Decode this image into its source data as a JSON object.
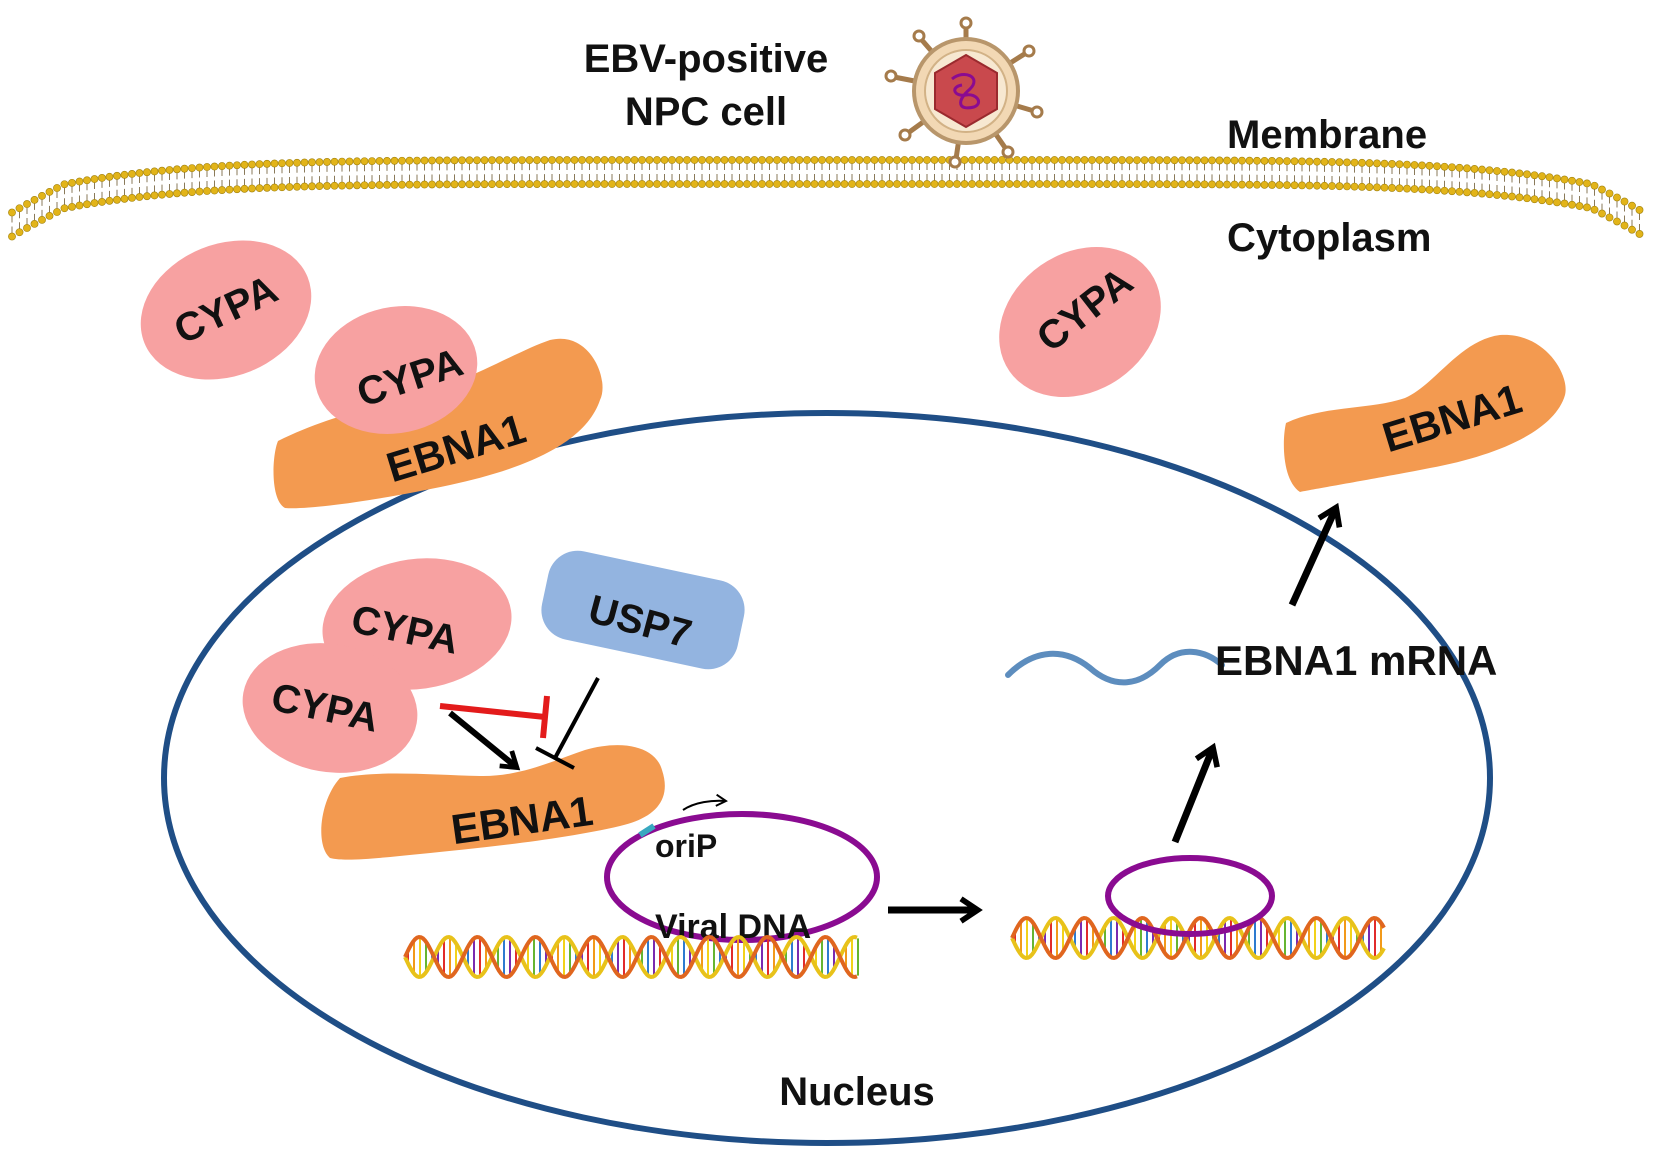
{
  "title": {
    "line1": "EBV-positive",
    "line2": "NPC cell"
  },
  "regions": {
    "membrane": "Membrane",
    "cytoplasm": "Cytoplasm",
    "nucleus": "Nucleus"
  },
  "proteins": {
    "cypa_free_left": "CYPA",
    "cypa_bound_cyto": "CYPA",
    "ebna1_cyto_left": "EBNA1",
    "cypa_free_right": "CYPA",
    "ebna1_cyto_right": "EBNA1",
    "cypa_nuc_top": "CYPA",
    "cypa_nuc_bottom": "CYPA",
    "usp7": "USP7",
    "ebna1_nuc": "EBNA1"
  },
  "dna": {
    "orip": "oriP",
    "viral_dna": "Viral DNA",
    "mrna": "EBNA1 mRNA"
  },
  "colors": {
    "cypa": "#f7a1a1",
    "ebna1": "#f39a50",
    "usp7": "#93b4e0",
    "nucleus_outline": "#1f4e86",
    "viral_dna": "#8a0b91",
    "inhibition_red": "#e31b1b",
    "mrna": "#5d8dbe",
    "membrane": "#e2b419"
  }
}
